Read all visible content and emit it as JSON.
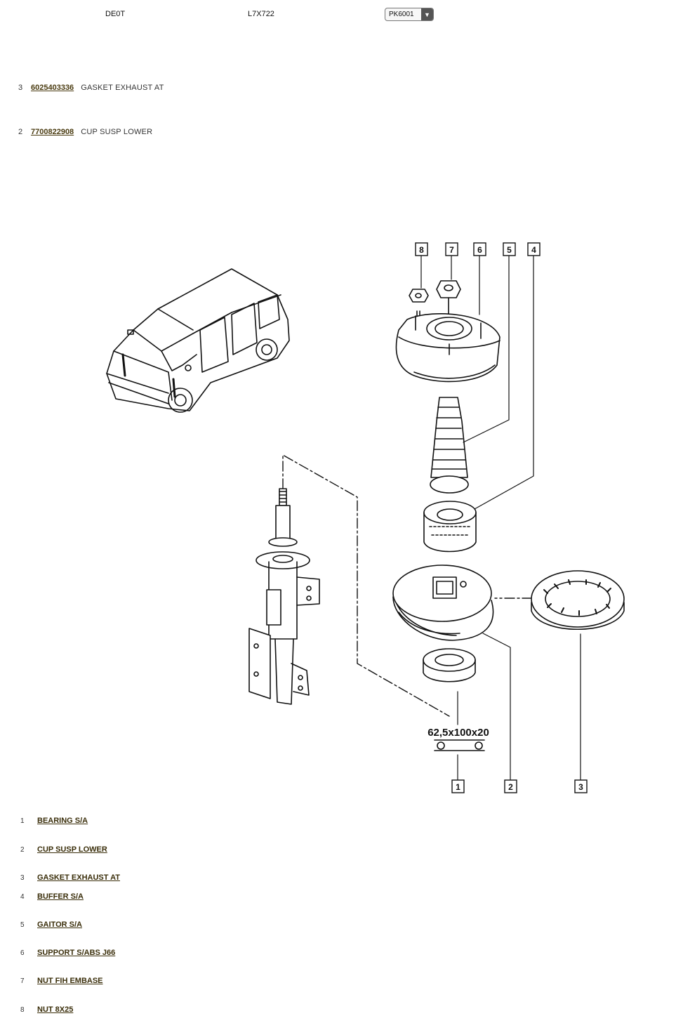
{
  "header": {
    "code1": "DE0T",
    "code2": "L7X722",
    "selector_value": "PK6001",
    "selector_icon": "chevron-down-icon"
  },
  "top_parts": [
    {
      "num": "3",
      "ref": "6025403336",
      "desc": "GASKET EXHAUST AT"
    },
    {
      "num": "2",
      "ref": "7700822908",
      "desc": "CUP SUSP LOWER"
    }
  ],
  "diagram": {
    "callouts": [
      "8",
      "7",
      "6",
      "5",
      "4",
      "1",
      "2",
      "3"
    ],
    "dimension_label": "62,5x100x20"
  },
  "parts_list": [
    {
      "num": "1",
      "name": "BEARING S/A"
    },
    {
      "num": "2",
      "name": "CUP SUSP LOWER"
    },
    {
      "num": "3",
      "name": "GASKET EXHAUST AT"
    },
    {
      "num": "4",
      "name": "BUFFER S/A"
    },
    {
      "num": "5",
      "name": "GAITOR S/A"
    },
    {
      "num": "6",
      "name": "SUPPORT S/ABS J66"
    },
    {
      "num": "7",
      "name": "NUT FIH EMBASE"
    },
    {
      "num": "8",
      "name": "NUT 8X25"
    }
  ]
}
